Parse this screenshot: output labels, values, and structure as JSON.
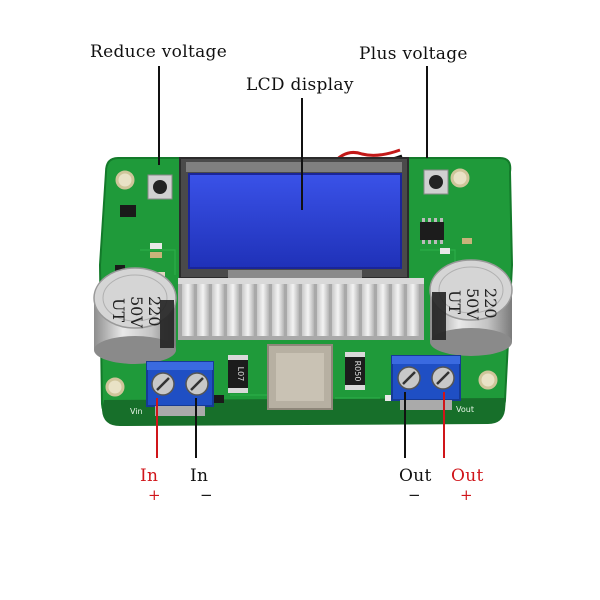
{
  "labels": {
    "reduce_voltage": "Reduce voltage",
    "plus_voltage": "Plus voltage",
    "lcd_display": "LCD display",
    "in_plus": "In",
    "in_plus_sign": "+",
    "in_minus": "In",
    "in_minus_sign": "−",
    "out_minus": "Out",
    "out_minus_sign": "−",
    "out_plus": "Out",
    "out_plus_sign": "+"
  },
  "board_markings": {
    "cap_left_line1": "220",
    "cap_left_line2": "50V",
    "cap_left_line3": "UT",
    "cap_right_line1": "220",
    "cap_right_line2": "50V",
    "cap_right_line3": "UT",
    "resistor_left": "L07",
    "resistor_right": "R050",
    "vin_mark": "Vin",
    "vout_mark": "Vout"
  },
  "colors": {
    "pcb": "#1f9a3a",
    "lcd": "#2a3fd6",
    "terminal": "#1f4fc4",
    "positive_wire": "#d0151a",
    "negative_wire": "#111111"
  }
}
